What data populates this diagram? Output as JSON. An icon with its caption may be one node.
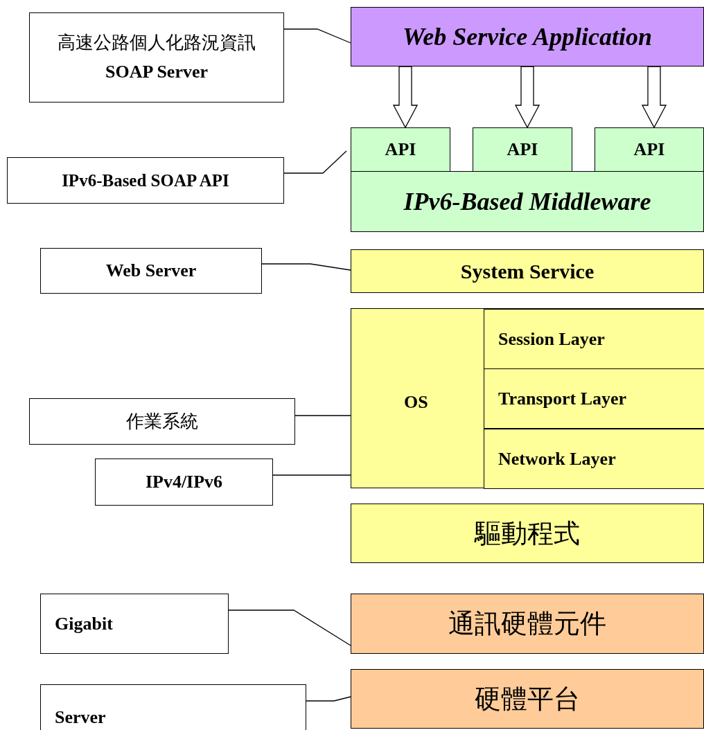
{
  "diagram": {
    "nodes": [
      {
        "text": [
          "高速公路個人化路況資訊 **SOAP Server**"
        ]
      },
      {
        "text": [
          "Web Service Application"
        ]
      },
      {
        "text": [
          "API"
        ]
      },
      {
        "text": [
          "API"
        ]
      },
      {
        "text": [
          "API"
        ]
      },
      {
        "text": [
          "IPv6-Based SOAP API"
        ]
      },
      {
        "text": [
          "IPv6-Based Middleware"
        ]
      },
      {
        "text": [
          "Web Server"
        ]
      },
      {
        "text": [
          "System Service"
        ]
      },
      {
        "text": [
          "OS"
        ]
      },
      {
        "text": [
          "Session Layer"
        ],
        "in": 9
      },
      {
        "text": [
          "Transport Layer"
        ],
        "in": 9
      },
      {
        "text": [
          "作業系統"
        ]
      },
      {
        "text": [
          "Network Layer"
        ],
        "in": 9
      },
      {
        "text": [
          "IPv4/IPv6"
        ]
      },
      {
        "text": [
          "驅動程式"
        ]
      },
      {
        "text": [
          "Gigabit"
        ]
      },
      {
        "text": [
          "通訊硬體元件"
        ]
      },
      {
        "text": [
          "Server"
        ]
      },
      {
        "text": [
          "硬體平台"
        ]
      }
    ],
    "edges": [
      {
        "from": 0,
        "to": 1,
        "arrow": "none"
      },
      {
        "from": 1,
        "to": 2,
        "arrow": "to"
      },
      {
        "from": 1,
        "to": 3,
        "arrow": "to"
      },
      {
        "from": 1,
        "to": 4,
        "arrow": "to"
      },
      {
        "from": 5,
        "to": 2,
        "arrow": "none"
      },
      {
        "from": 7,
        "to": 8,
        "arrow": "none"
      },
      {
        "from": 12,
        "to": 9,
        "arrow": "none"
      },
      {
        "from": 14,
        "to": 13,
        "arrow": "none"
      },
      {
        "from": 16,
        "to": 17,
        "arrow": "none"
      },
      {
        "from": 18,
        "to": 19,
        "arrow": "none"
      }
    ]
  }
}
